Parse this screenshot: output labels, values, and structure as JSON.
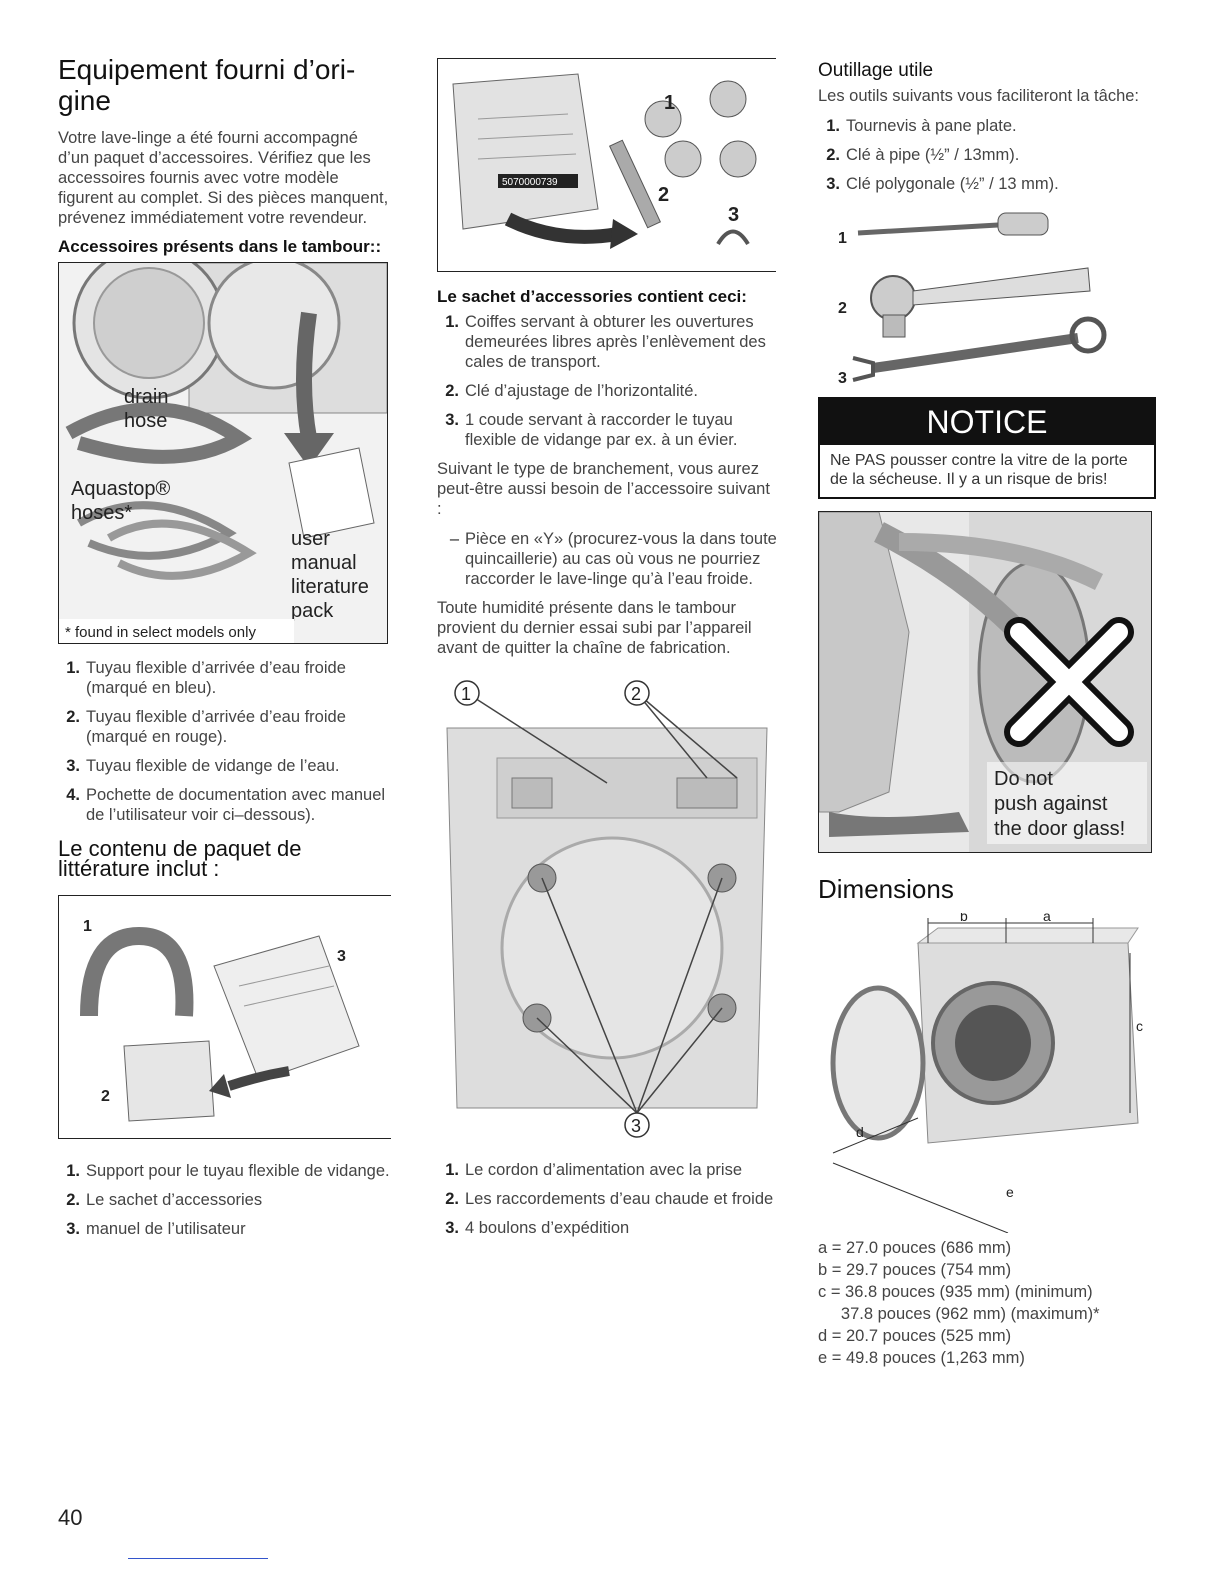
{
  "col1": {
    "title": "Equipement fourni d’ori-gine",
    "intro": "Votre lave-linge a été fourni accompagné d’un paquet d’accessoires. Vérifiez que les accessoires fournis avec votre modèle figurent au complet. Si des pièces manquent, prévenez immédiatement votre revendeur.",
    "drum_heading": "Accessoires présents dans le tambour::",
    "drum_fig": {
      "drain": "drain",
      "hose": "hose",
      "aquastop": "Aquastop®",
      "hoses": "hoses*",
      "user": "user",
      "manual": "manual",
      "literature": "literature",
      "pack": "pack",
      "footnote": "* found in select models only"
    },
    "drum_items": [
      {
        "n": "1.",
        "text": "Tuyau flexible d’arrivée d’eau froide (marqué en bleu)."
      },
      {
        "n": "2.",
        "text": "Tuyau flexible d’arrivée d’eau froide (marqué en rouge)."
      },
      {
        "n": "3.",
        "text": "Tuyau flexible de vidange de l’eau."
      },
      {
        "n": "4.",
        "text": "Pochette de documentation avec manuel de l’utilisateur voir ci–dessous)."
      }
    ],
    "lit_heading": "Le contenu de paquet de littérature inclut :",
    "lit_fig": {
      "l1": "1",
      "l2": "2",
      "l3": "3"
    },
    "lit_items": [
      {
        "n": "1.",
        "text": "Support pour le tuyau flexible de vidange."
      },
      {
        "n": "2.",
        "text": "Le sachet d’accessories"
      },
      {
        "n": "3.",
        "text": "manuel de l’utilisateur"
      }
    ]
  },
  "col2": {
    "bag_fig": {
      "l1": "1",
      "l2": "2",
      "l3": "3",
      "code": "5070000739"
    },
    "bag_heading": "Le sachet d’accessories contient ceci:",
    "bag_items": [
      {
        "n": "1.",
        "text": "Coiffes servant à obturer les ouvertures demeurées libres après l’enlèvement des cales de transport."
      },
      {
        "n": "2.",
        "text": "Clé d’ajustage de l’horizontalité."
      },
      {
        "n": "3.",
        "text": "1 coude servant à raccorder le tuyau flexible de vidange par ex. à un évier."
      }
    ],
    "conn_text": "Suivant le type de branchement, vous aurez peut-être aussi besoin de l’accessoire suivant :",
    "conn_items": [
      {
        "n": "–",
        "text": "Pièce en «Y» (procurez-vous la dans toute quincaillerie) au cas où vous ne pourriez raccorder le lave-linge qu’à l’eau froide."
      }
    ],
    "humidity": "Toute humidité présente dans le tambour provient du dernier essai subi par l’appareil avant de quitter la chaîne de fabrication.",
    "back_fig": {
      "c1": "1",
      "c2": "2",
      "c3": "3"
    },
    "back_items": [
      {
        "n": "1.",
        "text": "Le cordon d’alimentation avec la prise"
      },
      {
        "n": "2.",
        "text": "Les raccordements d’eau chaude et froide"
      },
      {
        "n": "3.",
        "text": "4 boulons d’expédition"
      }
    ]
  },
  "col3": {
    "tools_heading": "Outillage utile",
    "tools_intro": "Les outils suivants vous faciliteront la tâche:",
    "tools_items": [
      {
        "n": "1.",
        "text": "Tournevis à pane plate."
      },
      {
        "n": "2.",
        "text": "Clé à pipe (½” / 13mm)."
      },
      {
        "n": "3.",
        "text": "Clé polygonale (½” / 13 mm)."
      }
    ],
    "tools_fig": {
      "l1": "1",
      "l2": "2",
      "l3": "3"
    },
    "notice_title": "NOTICE",
    "notice_text": "Ne PAS pousser contre la vitre de la porte de la sécheuse. Il y a un risque de bris!",
    "warn_fig": {
      "line1": "Do not",
      "line2": "push against",
      "line3": "the door glass!"
    },
    "dims_heading": "Dimensions",
    "dims_fig": {
      "a": "a",
      "b": "b",
      "c": "c",
      "d": "d",
      "e": "e"
    },
    "dims": [
      "a = 27.0 pouces (686 mm)",
      "b = 29.7 pouces (754 mm)",
      "c = 36.8 pouces (935 mm) (minimum)",
      "     37.8 pouces (962 mm) (maximum)*",
      "d = 20.7 pouces (525 mm)",
      "e = 49.8 pouces (1,263 mm)"
    ]
  },
  "page_number": "40"
}
